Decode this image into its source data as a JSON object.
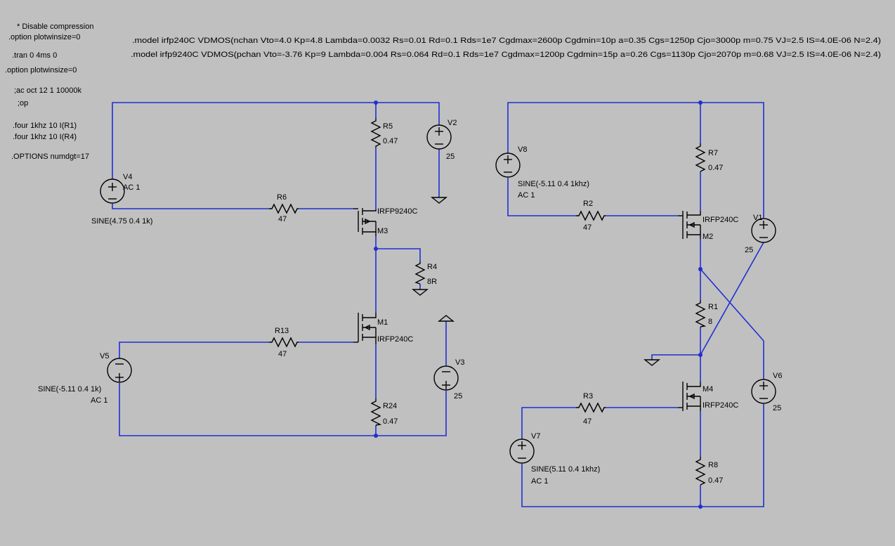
{
  "colors": {
    "background": "#c0c0c0",
    "wire": "#1f2fd1",
    "component": "#000000",
    "junction": "#1f2fd1"
  },
  "directives": {
    "disable_compression": "* Disable compression",
    "plotwinsize_1": ".option plotwinsize=0",
    "tran": ".tran 0 4ms 0",
    "plotwinsize_2": ".option plotwinsize=0",
    "ac": ";ac oct 12 1 10000k",
    "op": ";op",
    "four_r1": ".four 1khz 10 I(R1)",
    "four_r4": ".four 1khz 10 I(R4)",
    "numdgt": ".OPTIONS numdgt=17",
    "model_n": ".model irfp240C VDMOS(nchan Vto=4.0 Kp=4.8 Lambda=0.0032 Rs=0.01 Rd=0.1 Rds=1e7 Cgdmax=2600p Cgdmin=10p a=0.35 Cgs=1250p Cjo=3000p m=0.75 VJ=2.5 IS=4.0E-06 N=2.4)",
    "model_p": ".model irfp9240C VDMOS(pchan Vto=-3.76 Kp=9 Lambda=0.004 Rs=0.064 Rd=0.1 Rds=1e7 Cgdmax=1200p Cgdmin=15p a=0.26 Cgs=1130p Cjo=2070p m=0.68 VJ=2.5 IS=4.0E-06 N=2.4)"
  },
  "left": {
    "V4": {
      "name": "V4",
      "ac": "AC 1",
      "value": "SINE(4.75 0.4 1k)"
    },
    "R6": {
      "name": "R6",
      "value": "47"
    },
    "R5": {
      "name": "R5",
      "value": "0.47"
    },
    "V2": {
      "name": "V2",
      "value": "25"
    },
    "M3": {
      "name": "M3",
      "model": "IRFP9240C"
    },
    "R4": {
      "name": "R4",
      "value": "8R"
    },
    "M1": {
      "name": "M1",
      "model": "IRFP240C"
    },
    "R13": {
      "name": "R13",
      "value": "47"
    },
    "V5": {
      "name": "V5",
      "value": "SINE(-5.11 0.4 1k)",
      "ac": "AC 1"
    },
    "V3": {
      "name": "V3",
      "value": "25"
    },
    "R24": {
      "name": "R24",
      "value": "0.47"
    }
  },
  "right": {
    "V8": {
      "name": "V8",
      "value": "SINE(-5.11 0.4 1khz)",
      "ac": "AC 1"
    },
    "R7": {
      "name": "R7",
      "value": "0.47"
    },
    "R2": {
      "name": "R2",
      "value": "47"
    },
    "M2": {
      "name": "M2",
      "model": "IRFP240C"
    },
    "V1": {
      "name": "V1",
      "value": "25"
    },
    "R1": {
      "name": "R1",
      "value": "8"
    },
    "M4": {
      "name": "M4",
      "model": "IRFP240C"
    },
    "R3": {
      "name": "R3",
      "value": "47"
    },
    "V6": {
      "name": "V6",
      "value": "25"
    },
    "V7": {
      "name": "V7",
      "value": "SINE(5.11 0.4 1khz)",
      "ac": "AC 1"
    },
    "R8": {
      "name": "R8",
      "value": "0.47"
    }
  }
}
